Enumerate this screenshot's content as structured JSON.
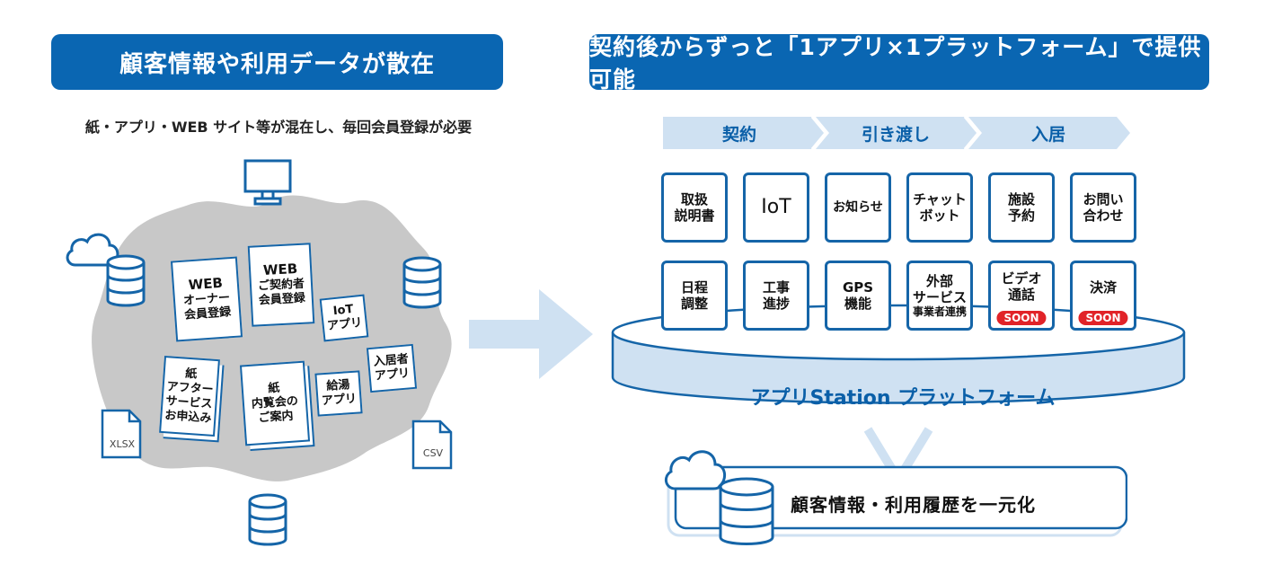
{
  "left": {
    "header": "顧客情報や利用データが散在",
    "subtitle": "紙・アプリ・WEB サイト等が混在し、毎回会員登録が必要",
    "docs": [
      {
        "lines": [
          "WEB",
          "オーナー",
          "会員登録"
        ]
      },
      {
        "lines": [
          "WEB",
          "ご契約者",
          "会員登録"
        ]
      },
      {
        "lines": [
          "IoT",
          "アプリ"
        ]
      },
      {
        "lines": [
          "入居者",
          "アプリ"
        ]
      },
      {
        "lines": [
          "紙",
          "アフター",
          "サービス",
          "お申込み"
        ]
      },
      {
        "lines": [
          "紙",
          "内覧会の",
          "ご案内"
        ]
      },
      {
        "lines": [
          "給湯",
          "アプリ"
        ]
      }
    ],
    "file_labels": {
      "xlsx": "XLSX",
      "csv": "CSV"
    }
  },
  "right": {
    "header": "契約後からずっと「1アプリ×1プラットフォーム」で提供可能",
    "stages": [
      "契約",
      "引き渡し",
      "入居"
    ],
    "services": [
      {
        "lines": [
          "取扱",
          "説明書"
        ]
      },
      {
        "lines": [
          "IoT"
        ]
      },
      {
        "lines": [
          "お知らせ"
        ]
      },
      {
        "lines": [
          "チャット",
          "ボット"
        ]
      },
      {
        "lines": [
          "施設",
          "予約"
        ]
      },
      {
        "lines": [
          "お問い",
          "合わせ"
        ]
      },
      {
        "lines": [
          "日程",
          "調整"
        ]
      },
      {
        "lines": [
          "工事",
          "進捗"
        ]
      },
      {
        "lines": [
          "GPS",
          "機能"
        ]
      },
      {
        "lines": [
          "外部",
          "サービス",
          "事業者連携"
        ]
      },
      {
        "lines": [
          "ビデオ",
          "通話"
        ],
        "badge": "SOON"
      },
      {
        "lines": [
          "決済"
        ],
        "badge": "SOON"
      }
    ],
    "platform": "アプリStation プラットフォーム",
    "unify": "顧客情報・利用履歴を一元化"
  },
  "colors": {
    "primary": "#0a66b2",
    "light": "#cfe1f2",
    "badge": "#e12328",
    "cloud": "#c8c8c8"
  },
  "icons": [
    "monitor-icon",
    "cloud-icon",
    "database-icon",
    "xlsx-file-icon",
    "csv-file-icon",
    "arrow-right-icon"
  ]
}
